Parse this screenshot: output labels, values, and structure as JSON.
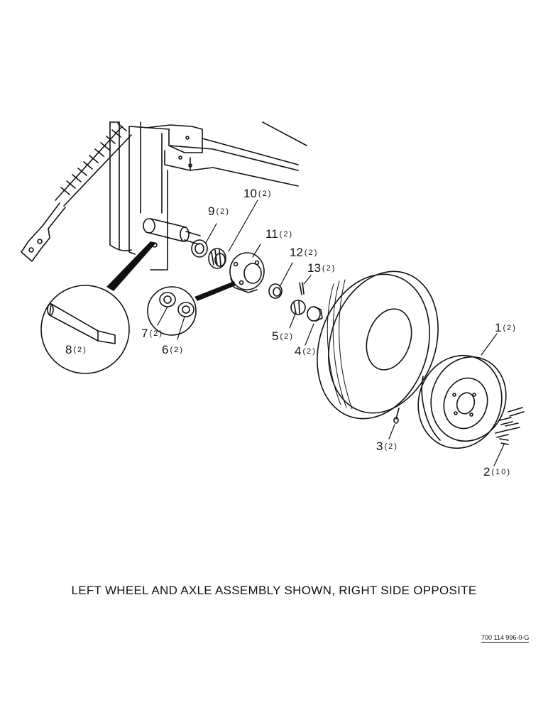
{
  "figure": {
    "caption": "LEFT WHEEL AND AXLE ASSEMBLY SHOWN, RIGHT SIDE OPPOSITE",
    "drawing_number": "700 114 996-0-G"
  },
  "callouts": [
    {
      "num": "1",
      "qty": "(2)"
    },
    {
      "num": "2",
      "qty": "(10)"
    },
    {
      "num": "3",
      "qty": "(2)"
    },
    {
      "num": "4",
      "qty": "(2)"
    },
    {
      "num": "5",
      "qty": "(2)"
    },
    {
      "num": "6",
      "qty": "(2)"
    },
    {
      "num": "7",
      "qty": "(2)"
    },
    {
      "num": "8",
      "qty": "(2)"
    },
    {
      "num": "9",
      "qty": "(2)"
    },
    {
      "num": "10",
      "qty": "(2)"
    },
    {
      "num": "11",
      "qty": "(2)"
    },
    {
      "num": "12",
      "qty": "(2)"
    },
    {
      "num": "13",
      "qty": "(2)"
    }
  ],
  "colors": {
    "ink": "#111111",
    "paper": "#ffffff"
  }
}
